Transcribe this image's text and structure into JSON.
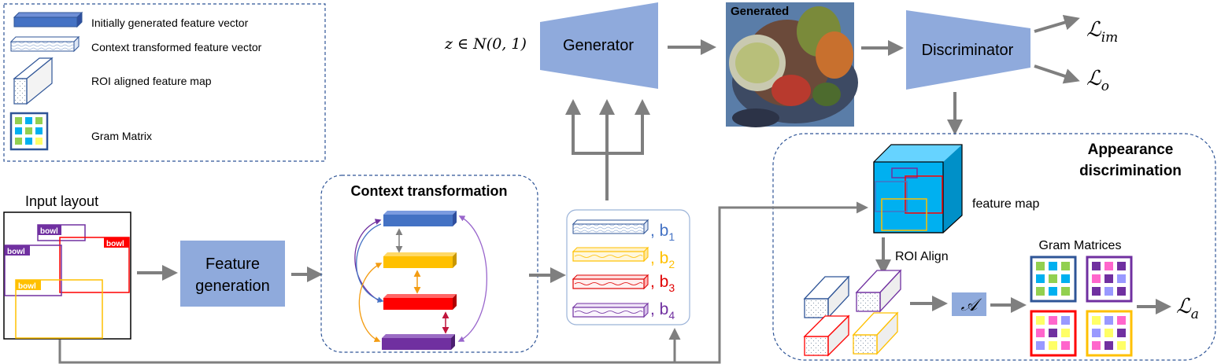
{
  "legend": {
    "items": [
      {
        "icon": "blue-bar-icon",
        "label": "Initially generated feature vector"
      },
      {
        "icon": "wavy-bar-icon",
        "label": "Context transformed feature vector"
      },
      {
        "icon": "cuboid-icon",
        "label": "ROI aligned feature map"
      },
      {
        "icon": "gram-grid-icon",
        "label": "Gram Matrix"
      }
    ]
  },
  "input_layout": {
    "title": "Input layout",
    "boxes": [
      {
        "label": "bowl",
        "color": "#7030a0"
      },
      {
        "label": "bowl",
        "color": "#ff0000"
      },
      {
        "label": "bowl",
        "color": "#7030a0"
      },
      {
        "label": "bowl",
        "color": "#ffc000"
      }
    ]
  },
  "feature_generation": {
    "line1": "Feature",
    "line2": "generation"
  },
  "context_transformation": {
    "title": "Context transformation"
  },
  "vectors": {
    "sep": ", ",
    "items": [
      {
        "base": "b",
        "sub": "1",
        "color": "#4472c4"
      },
      {
        "base": "b",
        "sub": "2",
        "color": "#ffc000"
      },
      {
        "base": "b",
        "sub": "3",
        "color": "#e00000"
      },
      {
        "base": "b",
        "sub": "4",
        "color": "#7030a0"
      }
    ]
  },
  "noise": {
    "text": "z ∈ N(0, 1)"
  },
  "generator": {
    "label": "Generator"
  },
  "generated_image": {
    "label": "Generated"
  },
  "discriminator": {
    "label": "Discriminator"
  },
  "losses": {
    "im": {
      "base": "ℒ",
      "sub": "im"
    },
    "o": {
      "base": "ℒ",
      "sub": "o"
    },
    "a": {
      "base": "ℒ",
      "sub": "a"
    }
  },
  "appearance": {
    "title_line1": "Appearance",
    "title_line2": "discrimination"
  },
  "feature_map": {
    "label": "feature map"
  },
  "roi_align": {
    "label": "ROI Align"
  },
  "gram_matrices": {
    "title": "Gram Matrices"
  },
  "attention": {
    "symbol": "𝒜"
  },
  "colors": {
    "blue": "#4472c4",
    "yellow": "#ffc000",
    "red": "#ff0000",
    "purple": "#7030a0",
    "block": "#8faadc",
    "arrow": "#7f7f7f",
    "dash": "#2f5597",
    "cyan": "#00b0f0"
  }
}
